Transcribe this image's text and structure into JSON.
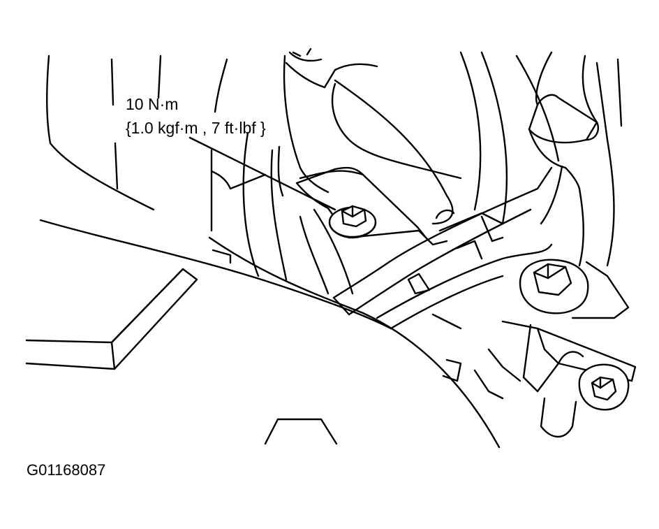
{
  "callout": {
    "torque_metric": "10 N·m",
    "torque_alt": "{1.0 kgf·m , 7 ft·lbf }"
  },
  "figure_id": "G01168087"
}
